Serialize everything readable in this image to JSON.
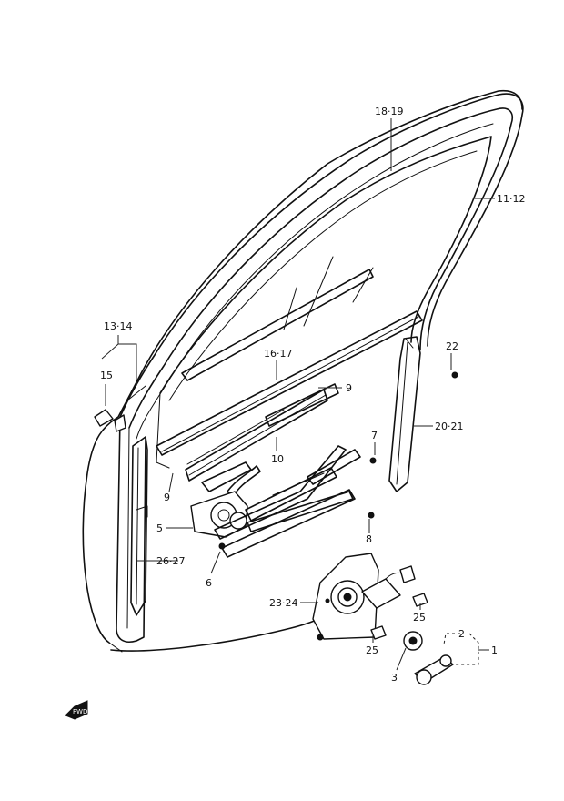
{
  "labels": {
    "p1819": "18·19",
    "p1112": "11·12",
    "p1314": "13·14",
    "p15": "15",
    "p1617": "16·17",
    "p22": "22",
    "p9a": "9",
    "p9b": "9",
    "p10": "10",
    "p7": "7",
    "p2021": "20·21",
    "p5": "5",
    "p8": "8",
    "p6": "6",
    "p2627": "26·27",
    "p2324": "23·24",
    "p25a": "25",
    "p25b": "25",
    "p2": "2",
    "p1": "1",
    "p3": "3"
  },
  "fwd": {
    "text": "FWD"
  }
}
